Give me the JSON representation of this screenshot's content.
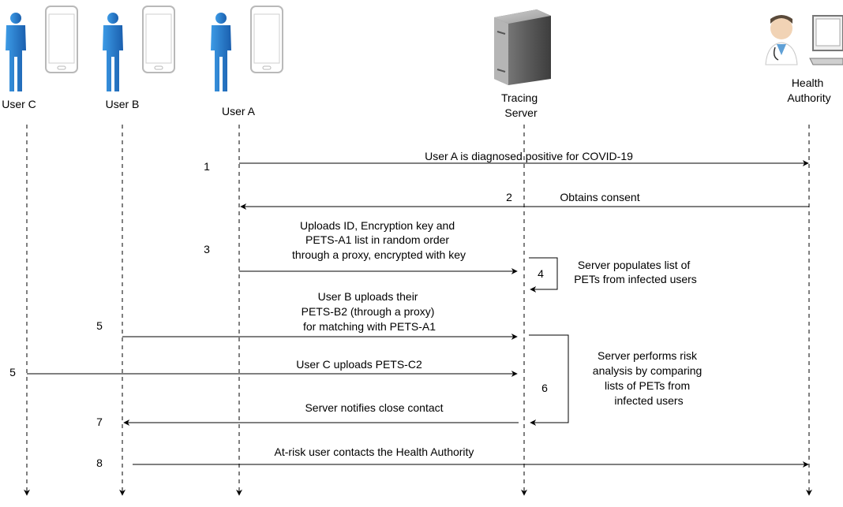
{
  "actors": {
    "user_c": "User C",
    "user_b": "User B",
    "user_a": "User A",
    "tracing_server": [
      "Tracing",
      "Server"
    ],
    "health_authority": [
      "Health",
      "Authority"
    ]
  },
  "steps": {
    "s1": {
      "number": "1",
      "label": [
        "User A is diagnosed positive for COVID-19"
      ]
    },
    "s2": {
      "number": "2",
      "label": [
        "Obtains consent"
      ]
    },
    "s3": {
      "number": "3",
      "label": [
        "Uploads ID, Encryption key and",
        "PETS-A1 list  in random order",
        "through a proxy, encrypted with key"
      ]
    },
    "s4": {
      "number": "4",
      "label": [
        "Server populates list of",
        "PETs from infected users"
      ]
    },
    "s5b": {
      "number": "5",
      "label": [
        "User B uploads their",
        "PETS-B2 (through a proxy)",
        "for matching with PETS-A1"
      ]
    },
    "s5c": {
      "number": "5",
      "label": [
        "User C uploads PETS-C2"
      ]
    },
    "s6": {
      "number": "6",
      "label": [
        "Server performs risk",
        "analysis by comparing",
        "lists of PETs from",
        "infected users"
      ]
    },
    "s7": {
      "number": "7",
      "label": [
        "Server notifies close contact"
      ]
    },
    "s8": {
      "number": "8",
      "label": [
        "At-risk user contacts the Health Authority"
      ]
    }
  },
  "colors": {
    "person": "#2f86d6",
    "person_dark": "#1f5fa8",
    "phone": "#b9b9b9",
    "server": "#6f6f6f",
    "line": "#000000"
  },
  "icons": [
    "person-icon",
    "smartphone-icon",
    "server-icon",
    "doctor-icon",
    "desktop-computer-icon"
  ]
}
